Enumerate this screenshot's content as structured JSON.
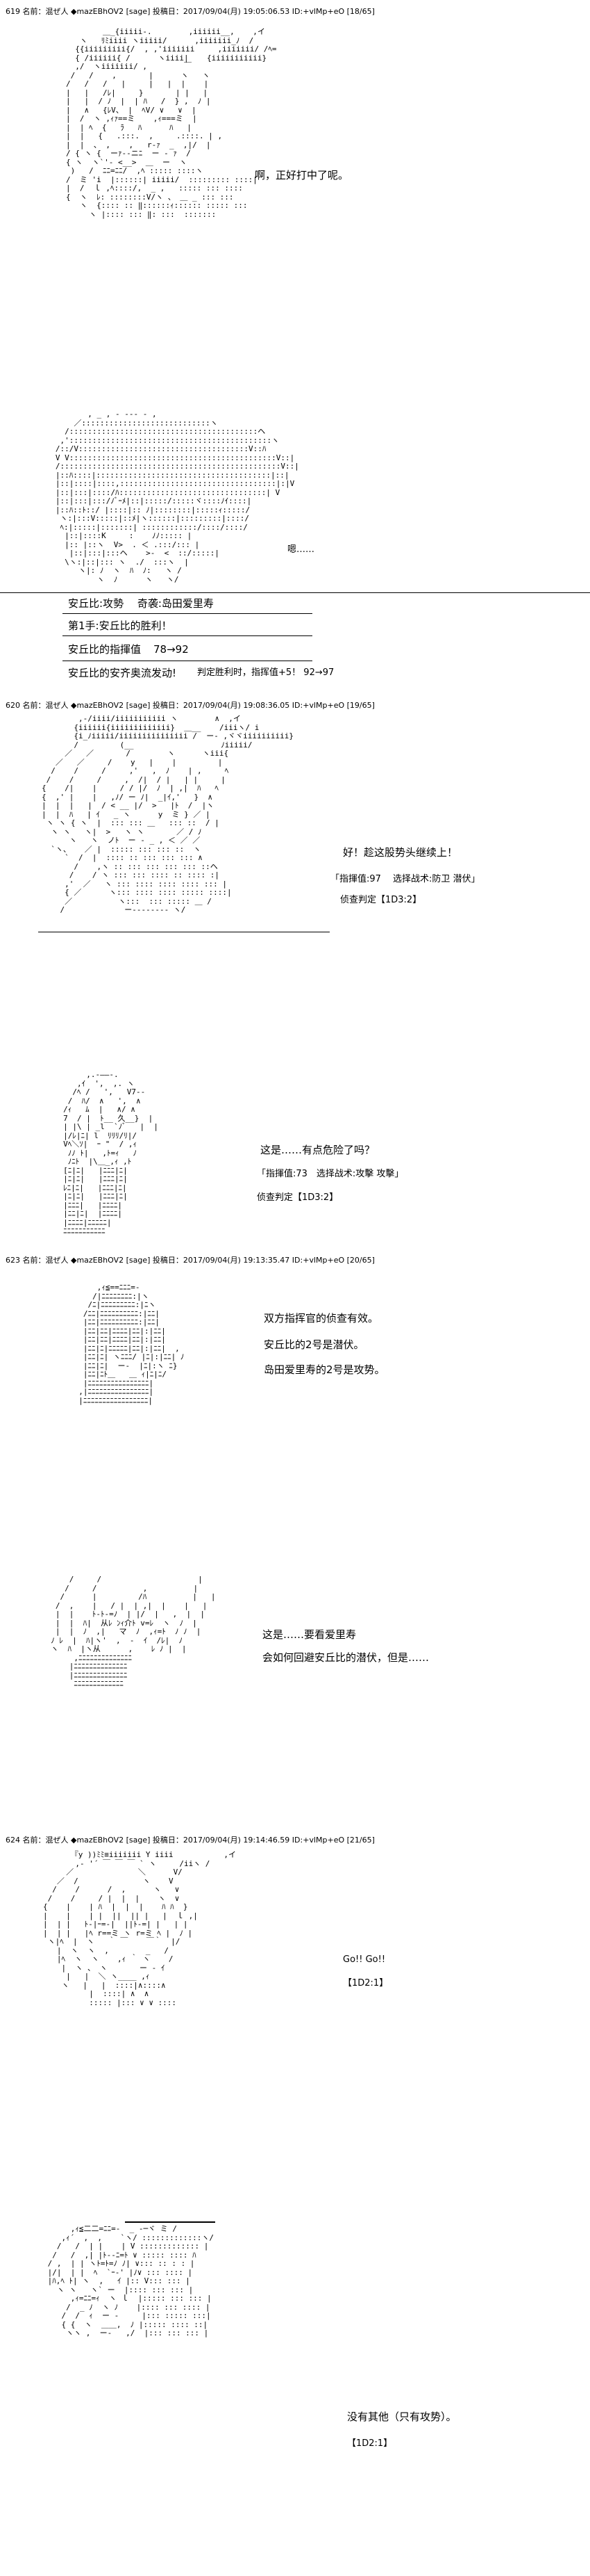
{
  "posts": [
    {
      "header": "619 名前：混ぜ人 ◆mazEBhOV2 [sage] 投稿日：2017/09/04(月) 19:05:06.53 ID:+vlMp+eO [18/65]",
      "line1": "啊，正好打中了呢。",
      "line2": "嗯……"
    },
    {
      "header": "620 名前：混ぜ人 ◆mazEBhOV2 [sage] 投稿日：2017/09/04(月) 19:08:36.05 ID:+vlMp+eO [19/65]",
      "line1": "好！趁这股势头继续上！",
      "line1_sub": "「指揮值:97　 选择战术:防卫 潜伏」",
      "line1_sub2": "侦查判定【1D3:2】",
      "line2": "这是……有点危险了吗？",
      "line2_sub": "「指揮值:73　选择战术:攻擊 攻擊」",
      "line2_sub2": "侦查判定【1D3:2】"
    },
    {
      "header": "623 名前：混ぜ人 ◆mazEBhOV2 [sage] 投稿日：2017/09/04(月) 19:13:35.47 ID:+vlMp+eO [20/65]",
      "line1a": "双方指挥官的侦查有效。",
      "line1b": "安丘比的2号是潜伏。",
      "line1c": "岛田爱里寿的2号是攻势。",
      "line2a": "这是……要看爱里寿",
      "line2b": "会如何回避安丘比的潜伏，但是……"
    },
    {
      "header": "624 名前：混ぜ人 ◆mazEBhOV2 [sage] 投稿日：2017/09/04(月) 19:14:46.59 ID:+vlMp+eO [21/65]",
      "line1": "Go!! Go!!",
      "line1_sub": "【1D2:1】",
      "line2": "没有其他（只有攻势）。",
      "line2_sub": "【1D2:1】"
    }
  ],
  "info": {
    "title": "安丘比:攻勢　 奇袭:岛田爱里寿",
    "r1": "第1手:安丘比的胜利！",
    "r2_label": "安丘比的指揮值",
    "r2_value": "78→92",
    "r3_label": "安丘比的安齐奥流发动!",
    "r3_value": "判定胜利时，指挥值+5！ 92→97"
  },
  "art": {
    "a1": "        ＿_{iiiii-.        ,iiiiii__,    ,イ\n   ヽ   ﾘﾐiiii ヽiiiii/      ,iiiiiii_ﾉ  /\n  {{iiiiiiiii{/  , ,'iiiiiii     ,iiiiiii/ /ﾍ=\n  { /iiiiii{ /      ヽiiii|    {iiiiiiiiiii}\n  ,/  ヽiiiiiii/ ,        ￣\n /   /    ,       |      ヽ   ヽ\n/   /   /   |     |   |  |    |\n|   |   /ﾚ|     }       | |   |\n|   |  / ﾉ  |  | ﾊ   /  } ,  ﾉ |\n|   ∧   {ﾚV、 |  ﾍV/ ∨   ∨  |\n|  /  ヽ ,ｨｧ==ミ    ,ｨ===ミ  |\n|  | ﾍ  {   ﾗ   ﾊ      ﾊ   |\n|  |   {   .:::.  ,     .::::. | ,\n|  |  、 ,    ,   r-ｧ  _  ,|/  |\n/ { ヽ {  ーｧ-‐ニﾆ  ー ‐ ｧ  /\n{ ヽ  ヽ`'‐ <__>  ＿  ー  ヽ   \n )   /  ﾆﾆ=ﾆﾆ/  ,ﾍ ::::: ::::ヽ\n/  ミ 'i  |::::::| iiiii/  ::::::::: ::::|\n|  /  ｌ ,ﾍ::::/,  _ ,   ::::: ::: ::::\n{  ヽ  ﾚ: ::::::::V/ヽ 、 ＿ _ ::: :::\n   ヽ  {:::: :: ‖::::::ｨ:::::: ::::: :::\n     ヽ |:::: ::: ‖: :::  :::::::",
    "a2": "          , _ , - --- - ,\n       ／::::::::::::::::::::::::::::ヽ\n     /:::::::::::::::::::::::::::::::::::::::::ヘ\n    ,'::::::::::::::::::::::::::::::::::::::::::::ヽ\n   /::/V:::::::::::::::::::::::::::::::::::::V::ﾊ\n   V V:::::::::::::::::::::::::::::::::::::::::::::V::|\n   /::::::::::::::::::::::::::::::::::::::::::::::::V::|\n   |::ﾊ::::|::::::::::::::::::::::::::::::::::::::|::|\n   |::|::::|::::,::::::::::::::::::::::::::::::::::|:|V\n   |::|:::|::::/ﾊ::::::::::::::::::::::::::::::::| V\n   |::|:::|:::/ﾉﾞｰﾒ|::|:::::/:::::ヾ::::ﾉｲ::::|\n   |::ﾊ::ﾄ::/ |::::|:: ﾉ|::::::::|:::::ｨ:::::/\n    ヽ:|:::V:::::|::ﾒ|ヽ::::::|:::::::::|::::/\n    ﾍ:|:::::|:::::::| ::::::::::::/::::/::::/\n     |::|::::K     :    ﾉﾉ::::: |\n     |:: |::ヽ  V>  . ＜ .:::/::: |\n      |::|:::|:::ヘ    >-  <  ::/:::::|\n     \\ヽ:|::|::: ヽ  ./  :::ヽ  |\n        ヽ|: ﾉ  ヽ  ﾊ  ﾉ:   ヽ /\n            ヽ  ﾉ      ヽ   ヽ/",
    "a3": "        ,-/iiii/iiiiiiiiiii ヽ        ∧  ,イ\n       {iiiiii{iiiiiiiiiiiii}  ＿__    /iiiヽ/ i\n       {i_ﾉiiiii/iiiiiiiiiiiiiii /  ー- ,ヾヾiiiiiiiiii}\n       /         (__                   ﾉiiiii/\n     ／   ／       /        ヽ      ヽiii{\n   ／   ／     /    y   |    |         |  \n  /    /     /     ,'   ,  ﾉ    | ,     ﾍ\n /    /     /     ,  /|  / |   | |     |\n{    /|    |     / / |/  ﾉ  | ,|  ﾊ   ﾍ\n{  ,' |    |   ,ﾉ/ ー ﾉ|  _|ｲ,'   }  ∧\n|  |  |   |  / < __ |/  >   |ﾄ  /  |ヽ\n|  |  ﾊ   | ｲ   _ ヽ      y  ミ } ／ |\n ヽ ヽ { ヽ  |  ::: ::: ＿   ::: ::  / |\n  ヽ ヽ   ヽ|  >   ヽ ヽ       ／ / ﾉ\n      ヽ   ヽ  ノﾄ  ー ‐ _ , ＜ ／ ／\n  `ヽ、   ／ |  ::::: ::: ::: ::  ヽ\n     `  /  |  :::: :: ::: ::: ::: ∧\n       /    ,ヽ :: ::: ::: ::: ::: ::ヘ\n      /    / ヽ ::: ::: :::: :: :::: :|\n     ,'  ／   ヽ ::: :::: :::: :::: ::: |\n     { ／      ヽ::: :::: :::: ::::: ::::|\n     ／          ヽ:::  ::: ::::: ＿ /\n    /             ー--‐----‐ ヽ/",
    "a4": "          ,.-――-.\n        ,ｲ  ',  ,. ヽ\n       /ﾍ /   ',   V7--\n      /  ﾊ/  ∧   ',  ∧\n     /ｨ   ﾑ  |   ∧/ ∧\n     7  / |  ﾄ__ 久__}  |\n     | |\\ | _l  `ﾉﾞ   |  |\n     |/ﾚ|ﾆ| l  ﾘﾘﾘ/ﾘ|/\n     Vﾍ＼ｿ|  ｰ \"  / ,ｨ\n      ﾉﾉ ﾄ|   ,ﾄ=ｨ   ﾉ\n      ﾉﾆﾄ  |\\＿_,ｨ ,ﾄ\n     [ﾆ|ﾆ|   |ﾆﾆﾆ|ﾆ|\n     |ﾆ|ﾆ|   |ﾆﾆﾆ|ﾆ|\n     ﾚﾆ|ﾆ|   |ﾆﾆﾆ|ﾆ|\n     |ﾆ|ﾆ|   |ﾆﾆﾆ|ﾆ|\n     |ﾆﾆﾆ|   |ﾆﾆﾆﾆ|\n     |ﾆﾆ|ﾆ|  |ﾆﾆﾆﾆ|\n     |ﾆﾆﾆﾆ|ﾆﾆﾆﾆﾆ|\n     ﾆﾆﾆﾆﾆﾆﾆﾆﾆﾆﾆ",
    "a5": "      ,ｨ≦==ﾆﾆﾆ=-\n     /|ﾆﾆﾆﾆﾆﾆﾆﾆ:|ヽ\n    /ﾆ|ﾆﾆﾆﾆﾆﾆﾆﾆﾆ:|ﾆヽ\n   /ﾆﾆ|ﾆﾆﾆﾆﾆﾆﾆﾆﾆﾆ:|ﾆﾆ|\n   |ﾆﾆ|ﾆﾆﾆﾆﾆﾆﾆﾆﾆﾆ:|ﾆﾆ|\n   |ﾆﾆ|ﾆﾆ|ﾆﾆﾆﾆ|ﾆﾆ|:|ﾆﾆ|\n   |ﾆﾆ|ﾆﾆ|ﾆﾆﾆﾆ|ﾆﾆ|:|ﾆﾆ|\n   |ﾆﾆ|ﾆ|ﾆﾆﾆﾆﾆ|ﾆﾆ|:|ﾆﾆ|  ,\n   |ﾆﾆ|ﾆ| ヽﾆﾆﾆ/ |ﾆ|:|ﾆﾆ| ﾉ\n   |ﾆﾆ|ﾆ|  ー‐  |ﾆ|:ヽ ﾆ}\n   |ﾆﾆ|ﾆﾄ＿   ＿ ｨ|ﾆ|ﾆ/\n   |ﾆﾆﾆﾆﾆﾆﾆﾆﾆﾆﾆﾆﾆﾆﾆﾆ|\n  ,|ﾆﾆﾆﾆﾆﾆﾆﾆﾆﾆﾆﾆﾆﾆﾆﾆ|\n  |ﾆﾆﾆﾆﾆﾆﾆﾆﾆﾆﾆﾆﾆﾆﾆﾆﾆ|",
    "a6": "      /     /                     |\n     /     /          ,          |\n    /      |         /ﾊ          |   |\n   /  ,    |   / |  | ,|  |    |   |\n   |  |    ﾄ-ﾄ-=ﾉ  | |/  |   ,  |  |\n   |  |  ﾊ|  从ﾚ ﾝｨ介ﾄ v=ﾚ  ヽ  ﾉ  |\n   |  |  ﾉ  ,|   マ  ﾉ  ,ｨ=ﾄ  ﾉ ﾉ  |\n  ﾉ ﾚ  |  ﾊ|ヽ'  ,  ‐  ｲ  /ﾚ|  ﾉ\n  ヽ  ﾊ  |ヽ从      ,    ﾚ ﾉ |  |\n       ,ﾆﾆﾆﾆﾆﾆﾆﾆﾆﾆﾆﾆﾆﾆ\n      |ﾆﾆﾆﾆﾆﾆﾆﾆﾆﾆﾆﾆﾆﾆ\n      |ﾆﾆﾆﾆﾆﾆﾆﾆﾆﾆﾆﾆﾆﾆ\n       ﾆﾆﾆﾆﾆﾆﾆﾆﾆﾆﾆﾆﾆ",
    "a7": "      『y ))ﾐﾐ≡iiiiiii Y iiii           ,イ\n       ,- '´ ￣ ￣ ￣ ` ヽ     /iiヽ /\n     ／              ＼      V/ \n   ／  /              ヽ    V\n  /    /      /  ,      ヽ   ∨\n /    /     / |  |  |    ヽ  ∨\n{    |    | ﾊ  |  |  |    ﾊ ﾊ  }\n|    |    | |  ||  || |   |  ｌ ,|\n|  | |   ﾄ-|ｰ=‐|  ||ﾄ-=| |   | |\n|  | |   |ﾍ r==ミ ヽ r=ミ ﾍ |  ﾉ |\n ヽ|ﾍ  |  ヽ   ｀ ￣    ￣｀  |/ \n   |  ヽ  ヽ  ,        _   /\n   |ﾍ  ヽ  ヽ    ,ｨ ｀ ヽ    /\n    |  ヽ 、 ヽ       ー ‐ ｲ\n     |   |  ＼ ヽ____ ,ｨ\n    ヽ   |   |  ::::|∧::::∧\n          |  ::::| ∧  ∧\n          ::::: |::: ∨ ∨ ::::"
  }
}
